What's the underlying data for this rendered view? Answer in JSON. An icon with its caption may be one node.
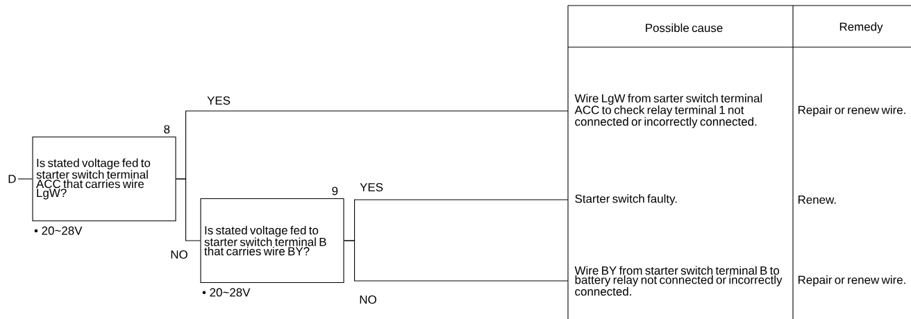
{
  "diagram": {
    "nodes": [
      {
        "text": [
          "D"
        ]
      },
      {
        "text": [
          "Is stated voltage fed to starter switch terminal ACC that carries wire LgW?"
        ],
        "beside": [
          "8",
          "• 20~28V"
        ]
      },
      {
        "text": [
          "Is stated voltage fed to starter switch terminal B that carries wire BY?"
        ],
        "beside": [
          "9",
          "• 20~28V"
        ]
      },
      {
        "text": [
          "Wire LgW from sarter switch terminal ACC to check relay terminal 1 not connected or incorrectly connected."
        ]
      },
      {
        "text": [
          "Starter switch faulty."
        ]
      },
      {
        "text": [
          "Wire BY from starter switch terminal B to battery relay not connected or incorrectly connected."
        ]
      }
    ],
    "edges": [
      {
        "from": 0,
        "to": 1,
        "arrow": "none"
      },
      {
        "from": 1,
        "to": 3,
        "arrow": "none",
        "label": "YES"
      },
      {
        "from": 1,
        "to": 2,
        "arrow": "none",
        "label": "NO"
      },
      {
        "from": 2,
        "to": 4,
        "arrow": "none",
        "label": "YES"
      },
      {
        "from": 2,
        "to": 5,
        "arrow": "none",
        "label": "NO"
      }
    ],
    "labels": [
      "Possible cause",
      "Remedy",
      "Repair or renew wire.",
      "Renew.",
      "Repair or renew wire."
    ]
  }
}
